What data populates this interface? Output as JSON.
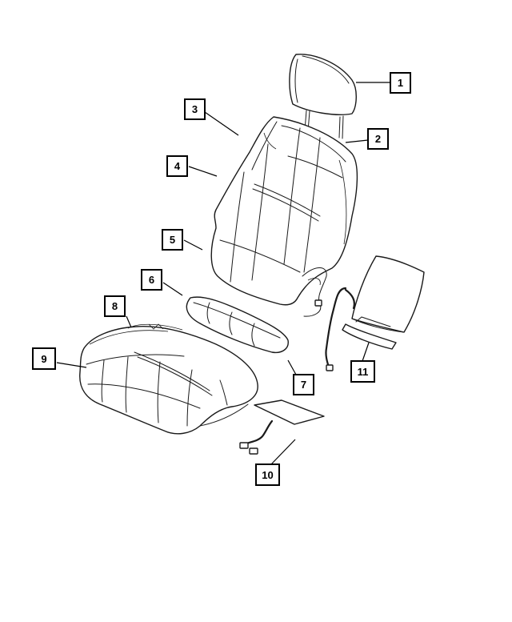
{
  "callouts": [
    "1",
    "2",
    "3",
    "4",
    "5",
    "6",
    "7",
    "8",
    "9",
    "10",
    "11"
  ],
  "colors": {
    "line": "#1a1a1a",
    "background": "#ffffff"
  }
}
